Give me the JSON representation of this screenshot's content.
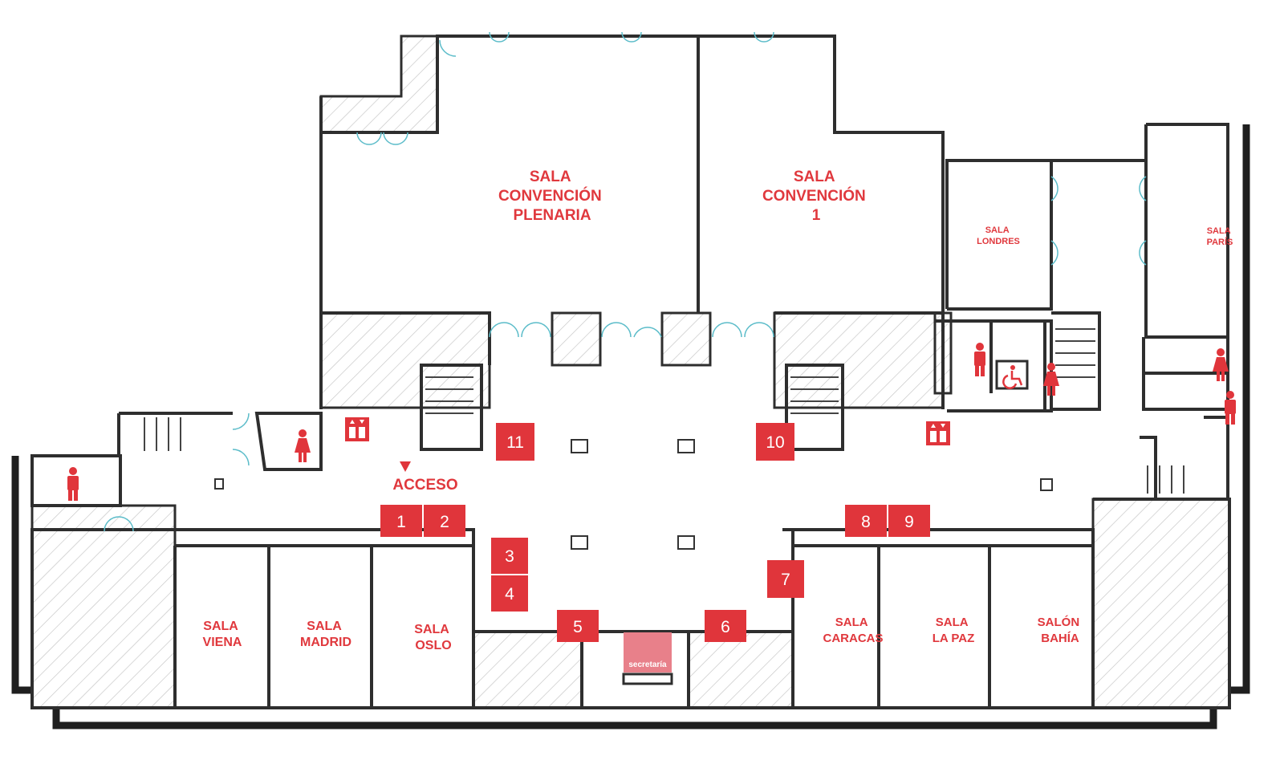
{
  "rooms": {
    "plenaria": [
      "SALA",
      "CONVENCIÓN",
      "PLENARIA"
    ],
    "convencion1": [
      "SALA",
      "CONVENCIÓN",
      "1"
    ],
    "londres": [
      "SALA",
      "LONDRES"
    ],
    "paris": [
      "SALA",
      "PARÍS"
    ],
    "viena": [
      "SALA",
      "VIENA"
    ],
    "madrid": [
      "SALA",
      "MADRID"
    ],
    "oslo": [
      "SALA",
      "OSLO"
    ],
    "caracas": [
      "SALA",
      "CARACAS"
    ],
    "lapaz": [
      "SALA",
      "LA PAZ"
    ],
    "bahia": [
      "SALÓN",
      "BAHÍA"
    ]
  },
  "acceso": "ACCESO",
  "secretaria": "secretaría",
  "booths": [
    "1",
    "2",
    "3",
    "4",
    "5",
    "6",
    "7",
    "8",
    "9",
    "10",
    "11"
  ],
  "colors": {
    "accent": "#e0353b",
    "wall": "#2e2e2e",
    "secretaria": "#e8808a"
  }
}
